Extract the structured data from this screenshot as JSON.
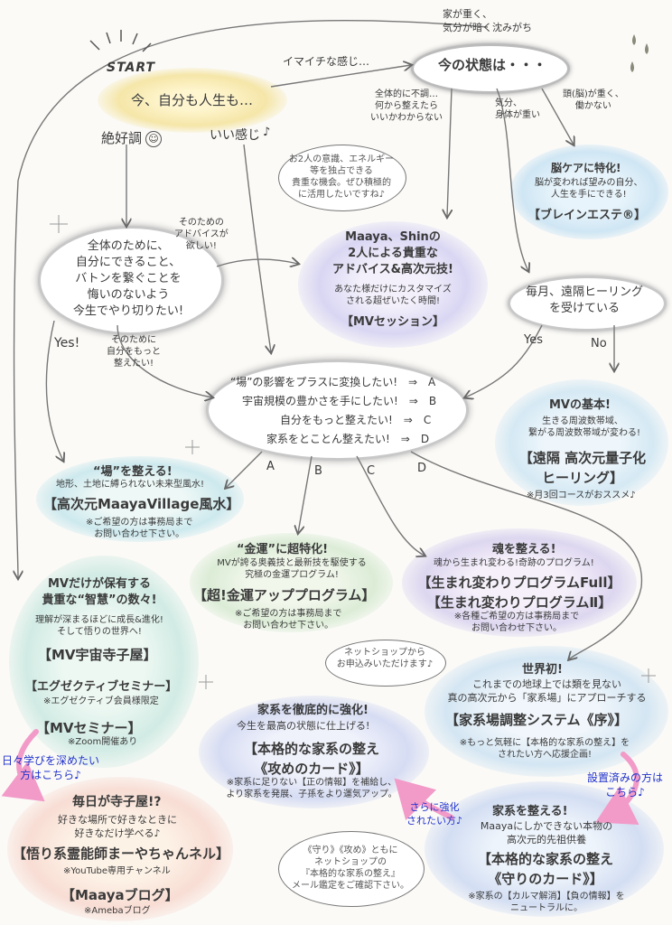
{
  "start": {
    "label": "START",
    "text": "今、自分も人生も…"
  },
  "branch_good": {
    "label": "絶好調",
    "icon": "smiley-icon"
  },
  "branch_ok": "いい感じ",
  "branch_meh": "イマイチな感じ…",
  "current": {
    "title": "今の状態は・・・",
    "note": "家が重く、\n気分が暗く沈みがち"
  },
  "current_branches": {
    "unclear": "全体的に不調…\n何から整えたら\nいいかわからない",
    "body": "気分、\n身体が重い",
    "head": "頭(脳)が重く、\n働かない"
  },
  "brain": {
    "title": "脳ケアに特化!",
    "body": "脳が変われば望みの自分、\n人生を手にできる!",
    "name": "【ブレインエステ®】"
  },
  "session_bubble": "お2人の意識、エネルギー\n等を独占できる\n貴重な機会。ぜひ積極的\nに活用したいですね♪",
  "session": {
    "title": "Maaya、Shinの\n2人による貴重な\nアドバイス&高次元技!",
    "body": "あなた様だけにカスタマイズ\nされる超ぜいたく時間!",
    "name": "【MVセッション】"
  },
  "advice_label": "そのための\nアドバイスが\n欲しい!",
  "whole": {
    "text": "全体のために、\n自分にできること、\nバトンを繋ぐことを\n悔いのないよう\n今生でやり切りたい!"
  },
  "whole_more": "そのために\n自分をもっと\n整えたい!",
  "remote_q": {
    "text": "毎月、遠隔ヒーリング\nを受けている",
    "yes": "Yes",
    "no": "No"
  },
  "yes_left": "Yes!",
  "choices": {
    "a": "“場”の影響をプラスに変換したい!　⇒　A",
    "b": "宇宙規模の豊かさを手にしたい!　⇒　B",
    "c": "自分をもっと整えたい!　⇒　C",
    "d": "家系をとことん整えたい!　⇒　D",
    "letters": [
      "A",
      "B",
      "C",
      "D"
    ]
  },
  "mv_basic": {
    "title": "MVの基本!",
    "body": "生きる周波数帯域、\n繋がる周波数帯域が変わる!",
    "name": "【遠隔 高次元量子化\nヒーリング】",
    "note": "※月3回コースがおススメ♪"
  },
  "feng": {
    "title": "“場”を整える!",
    "body": "地形、土地に縛られない未来型風水!",
    "name": "【高次元MaayaVillage風水】",
    "note": "※ご希望の方は事務局まで\nお問い合わせ下さい。"
  },
  "money": {
    "title": "“金運”に超特化!",
    "body": "MVが誇る奥義技と最新技を駆使する\n究極の金運プログラム!",
    "name": "【超!金運アッププログラム】",
    "note": "※ご希望の方は事務局まで\nお問い合わせ下さい。"
  },
  "soul": {
    "title": "魂を整える!",
    "body": "魂から生まれ変わる!奇跡のプログラム!",
    "name": "【生まれ変わりプログラムFull】\n【生まれ変わりプログラムⅡ】",
    "note": "※各種ご希望の方は事務局まで\nお問い合わせ下さい。"
  },
  "wisdom": {
    "title": "MVだけが保有する\n貴重な“智慧”の数々!",
    "body": "理解が深まるほどに成長&進化!\nそして悟りの世界へ!",
    "name1": "【MV宇宙寺子屋】",
    "name2": "【エグゼクティブセミナー】",
    "note2": "※エグゼクティブ会員様限定",
    "name3": "【MVセミナー】",
    "note3": "※Zoom開催あり"
  },
  "deep_label": "日々学びを深めたい\n方はこちら♪",
  "youtube": {
    "title": "毎日が寺子屋!?",
    "body": "好きな場所で好きなときに\n好きなだけ学べる♪",
    "name1": "【悟り系霊能師まーやちゃんネル】",
    "note1": "※YouTube専用チャンネル",
    "name2": "【Maayaブログ】",
    "note2": "※Amebaブログ"
  },
  "shop_bubble": "ネットショップから\nお申込みいただけます♪",
  "attack": {
    "title": "家系を徹底的に強化!",
    "body": "今生を最高の状態に仕上げる!",
    "name": "【本格的な家系の整え\n《攻めのカード》】",
    "note": "※家系に足りない【正の情報】を補給し、\nより家系を発展、子孫をより運気アップ。"
  },
  "field": {
    "title": "世界初!",
    "body": "これまでの地球上では類を見ない\n真の高次元から「家系場」にアプローチする",
    "name": "【家系場調整システム《序》】",
    "note": "※もっと気軽に【本格的な家系の整え】を\nされたい方へ応援企画!"
  },
  "installed_label": "設置済みの方は\nこちら♪",
  "stronger_label": "さらに強化\nされたい方♪",
  "defense": {
    "title": "家系を整える!",
    "body": "Maayaにしかできない本物の\n高次元的先祖供養",
    "name": "【本格的な家系の整え\n《守りのカード》】",
    "note": "※家系の【カルマ解消】【負の情報】を\nニュートラルに。"
  },
  "mail_bubble": "《守り》《攻め》ともに\nネットショップの\n『本格的な家系の整え』\nメール鑑定をご確認下さい。"
}
